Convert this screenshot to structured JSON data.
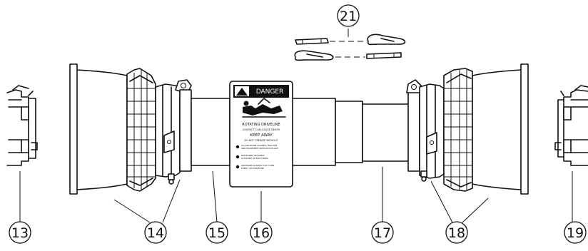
{
  "callouts": [
    {
      "id": "13",
      "label": "13"
    },
    {
      "id": "14",
      "label": "14"
    },
    {
      "id": "15",
      "label": "15"
    },
    {
      "id": "16",
      "label": "16"
    },
    {
      "id": "17",
      "label": "17"
    },
    {
      "id": "18",
      "label": "18"
    },
    {
      "id": "19",
      "label": "19"
    },
    {
      "id": "21",
      "label": "21"
    }
  ],
  "danger_label": {
    "header": "DANGER",
    "line1": "ROTATING DRIVELINE",
    "line2": "CONTACT CAN CAUSE DEATH",
    "line3": "KEEP AWAY",
    "line4": "DO NOT OPERATE WITHOUT",
    "bullets": [
      "ALL DRIVELINE GUARDS, TRACTOR",
      "AND EQUIPMENT SHIELDS IN PLACE",
      "DRIVELINES SECURELY",
      "ATTACHED AT BOTH ENDS",
      "DRIVELINE GUARDS THAT TURN",
      "FREELY ON DRIVELINE"
    ]
  }
}
